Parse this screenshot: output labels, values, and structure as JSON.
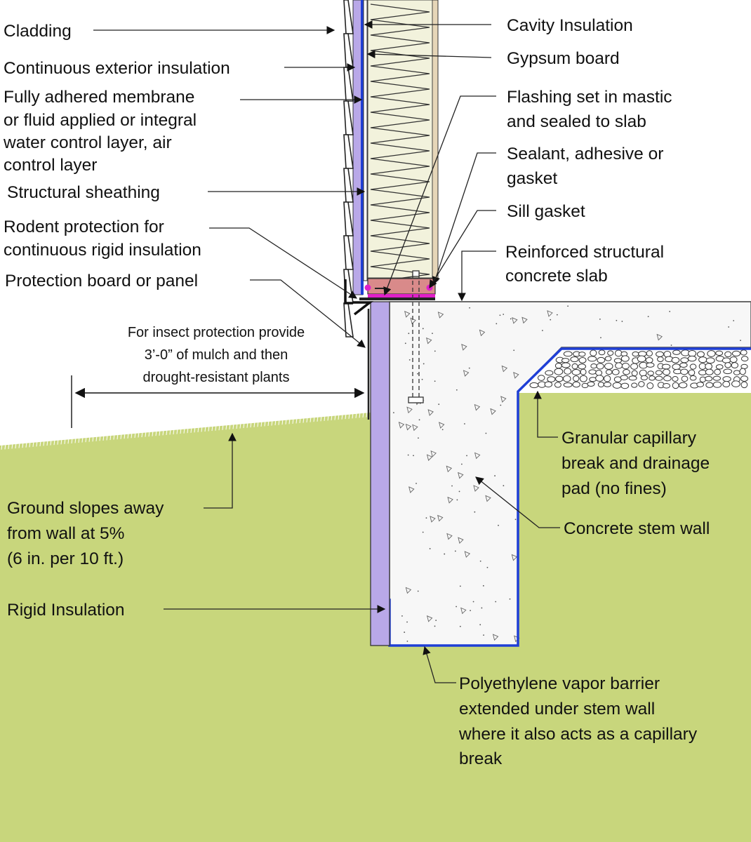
{
  "labels": {
    "cladding": [
      "Cladding"
    ],
    "continuous_exterior_insulation": [
      "Continuous exterior insulation"
    ],
    "fully_adhered_membrane": [
      "Fully adhered membrane",
      "or fluid applied or integral",
      "water control layer, air",
      "control layer"
    ],
    "structural_sheathing": [
      "Structural sheathing"
    ],
    "rodent_protection": [
      "Rodent protection for",
      "continuous rigid insulation"
    ],
    "protection_board": [
      "Protection board or panel"
    ],
    "ground_slopes": [
      "Ground slopes away",
      "from wall at 5%",
      "(6 in. per 10 ft.)"
    ],
    "rigid_insulation": [
      "Rigid Insulation"
    ],
    "cavity_insulation": [
      "Cavity Insulation"
    ],
    "gypsum_board": [
      "Gypsum board"
    ],
    "flashing": [
      "Flashing set in mastic",
      "and sealed to slab"
    ],
    "sealant": [
      "Sealant, adhesive or",
      "gasket"
    ],
    "sill_gasket": [
      "Sill gasket"
    ],
    "reinforced_slab": [
      "Reinforced structural",
      "concrete slab"
    ],
    "granular_break": [
      "Granular capillary",
      "break and drainage",
      "pad (no fines)"
    ],
    "stem_wall": [
      "Concrete stem wall"
    ],
    "poly_vapor_barrier": [
      "Polyethylene vapor barrier",
      "extended under stem wall",
      "where it also acts as a capillary",
      "break"
    ]
  },
  "insect_note": [
    "For insect protection provide",
    "3’-0” of mulch and then",
    "drought-resistant plants"
  ],
  "colors": {
    "ground": "#c8d67c",
    "rigid_insulation": "#b9a8e8",
    "vapor_barrier": "#1f3fd6",
    "sill_plate": "#d98a8a",
    "flashing": "#e020c8",
    "gypsum": "#e6d6b8",
    "cavity_insulation": "#f2f2dc",
    "concrete": "#f7f7f7",
    "gravel": "#ffffff",
    "leader": "#222222"
  }
}
